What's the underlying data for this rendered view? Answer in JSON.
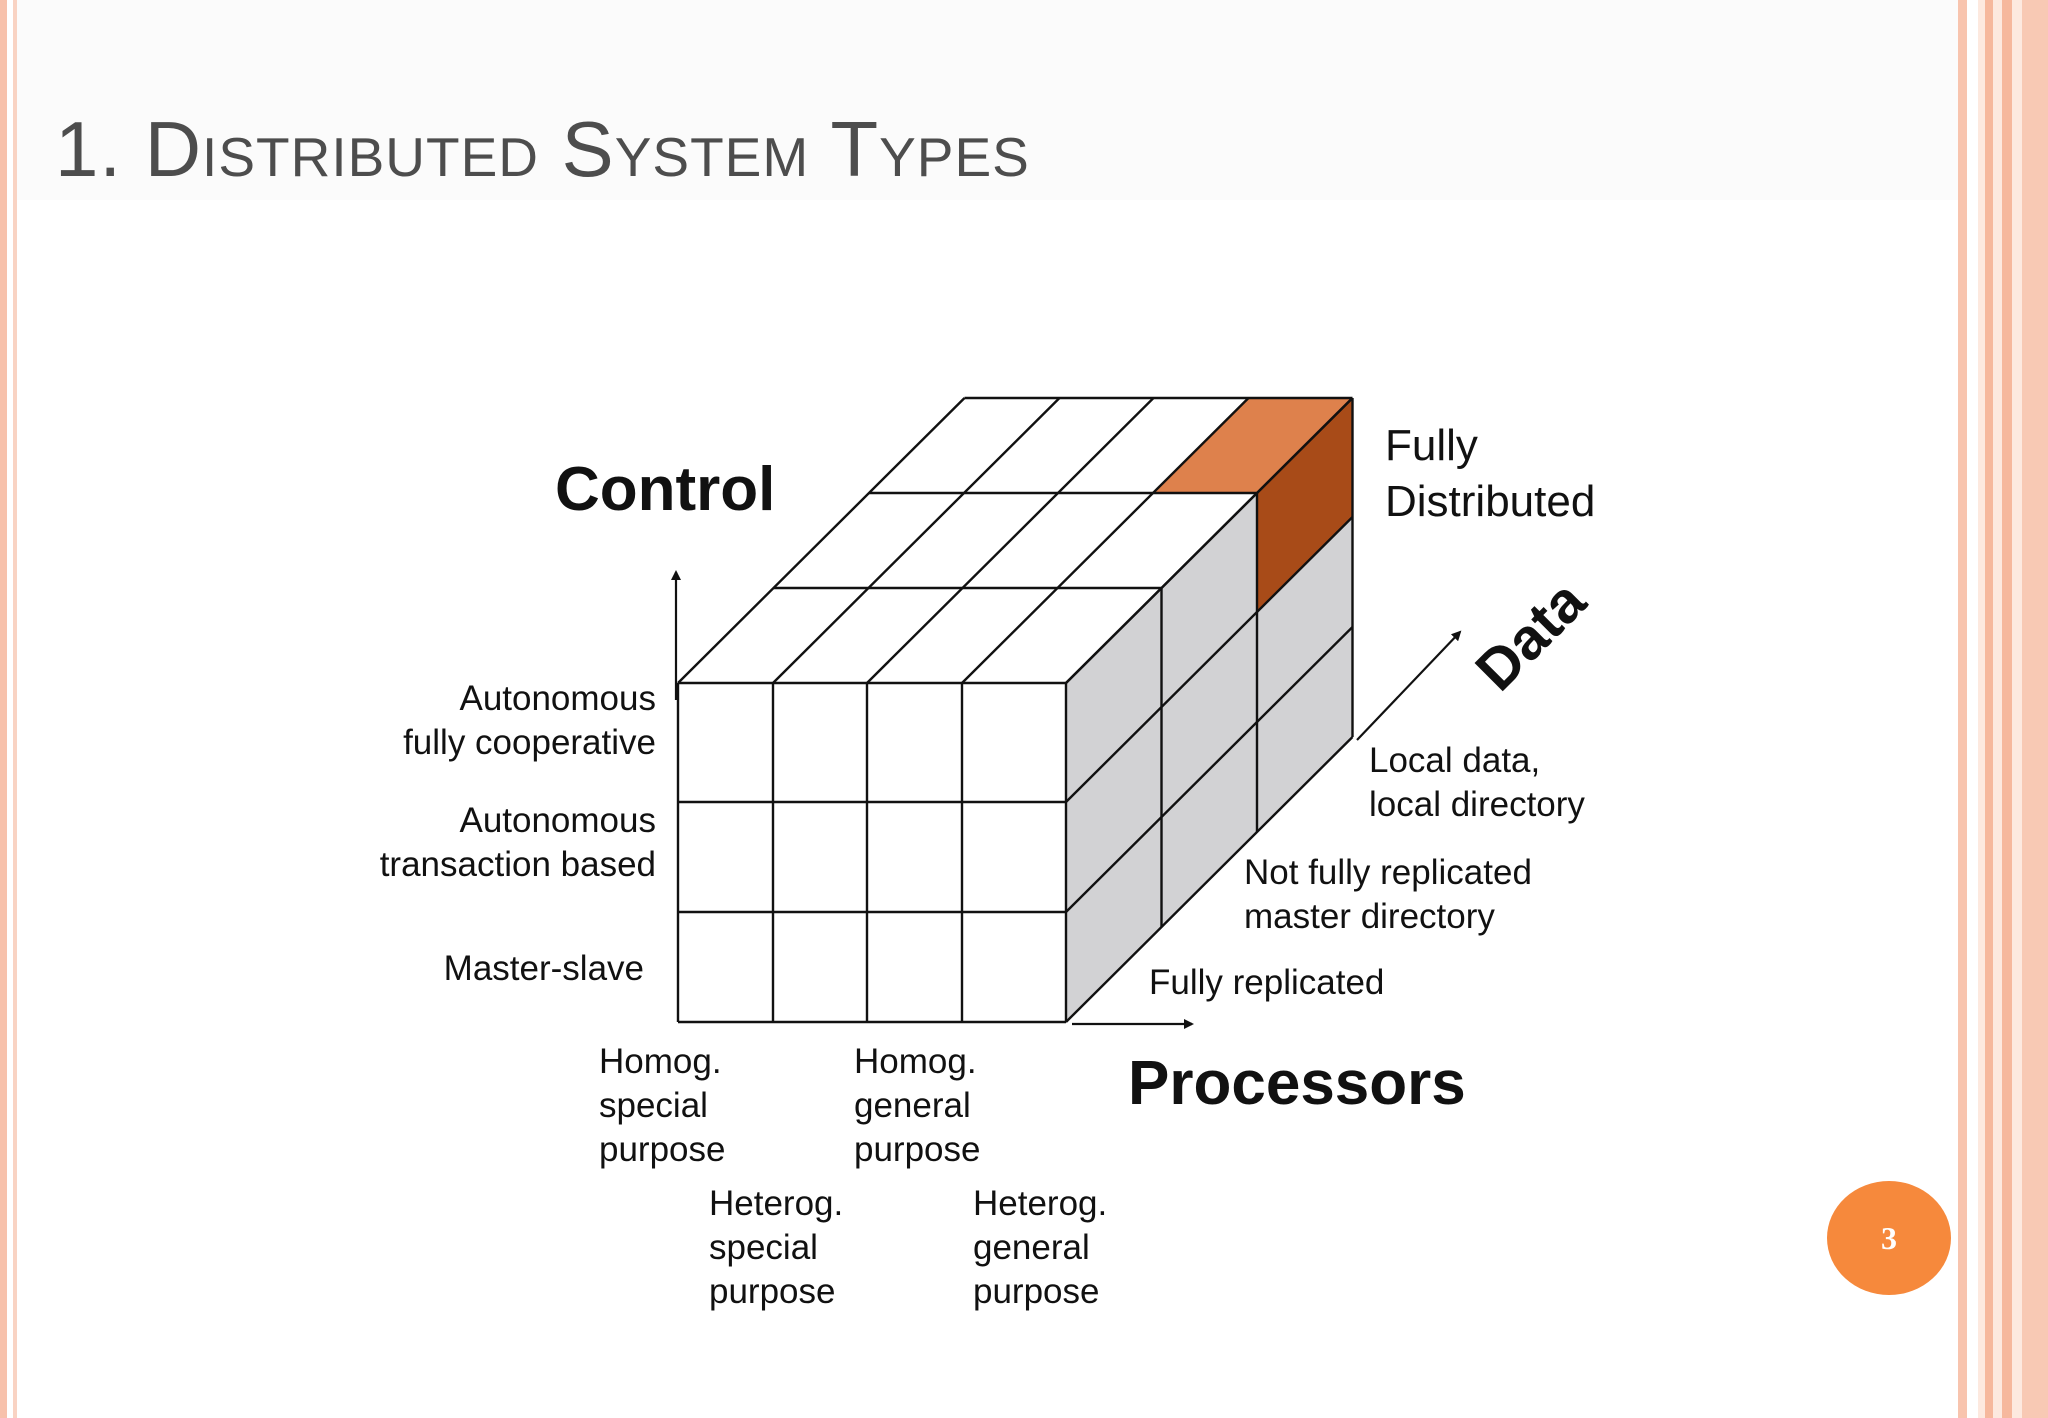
{
  "slide": {
    "title": "1. Distributed System Types",
    "page_number": "3"
  },
  "diagram": {
    "axes": {
      "control": "Control",
      "processors": "Processors",
      "data": "Data"
    },
    "corner_label": [
      "Fully",
      "Distributed"
    ],
    "control_levels": [
      [
        "Autonomous",
        "fully cooperative"
      ],
      [
        "Autonomous",
        "transaction based"
      ],
      [
        "Master-slave"
      ]
    ],
    "processor_types": [
      [
        "Homog.",
        "special",
        "purpose"
      ],
      [
        "Heterog.",
        "special",
        "purpose"
      ],
      [
        "Homog.",
        "general",
        "purpose"
      ],
      [
        "Heterog.",
        "general",
        "purpose"
      ]
    ],
    "data_levels": [
      [
        "Local data,",
        "local directory"
      ],
      [
        "Not fully replicated",
        "master directory"
      ],
      [
        "Fully replicated"
      ]
    ],
    "colors": {
      "front_face": "#ffffff",
      "side_face": "#d2d2d4",
      "highlight_top": "#de814c",
      "highlight_side": "#a84b18",
      "line": "#111111",
      "badge": "#f6893c"
    }
  }
}
